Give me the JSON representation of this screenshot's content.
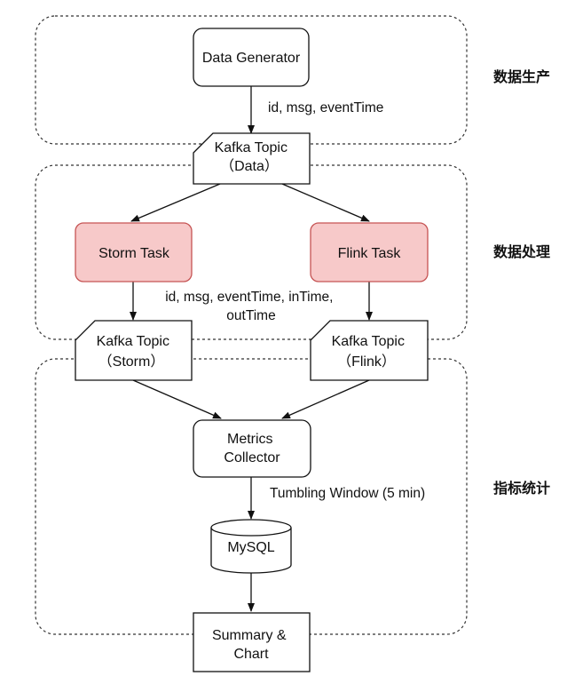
{
  "stages": {
    "production": "数据生产",
    "processing": "数据处理",
    "statistics": "指标统计"
  },
  "nodes": {
    "data_generator": [
      "Data Generator"
    ],
    "kafka_data": [
      "Kafka Topic",
      "（Data）"
    ],
    "storm_task": [
      "Storm Task"
    ],
    "flink_task": [
      "Flink Task"
    ],
    "kafka_storm": [
      "Kafka Topic",
      "（Storm）"
    ],
    "kafka_flink": [
      "Kafka Topic",
      "（Flink）"
    ],
    "metrics_collector": [
      "Metrics",
      "Collector"
    ],
    "mysql": [
      "MySQL"
    ],
    "summary_chart": [
      "Summary &",
      "Chart"
    ]
  },
  "edge_labels": {
    "generator_fields": "id, msg, eventTime",
    "task_output_fields": [
      "id, msg, eventTime, inTime,",
      "outTime"
    ],
    "tumbling_window": "Tumbling Window (5 min)"
  },
  "colors": {
    "task_fill": "#f7c9c9",
    "task_border": "#c65454"
  }
}
